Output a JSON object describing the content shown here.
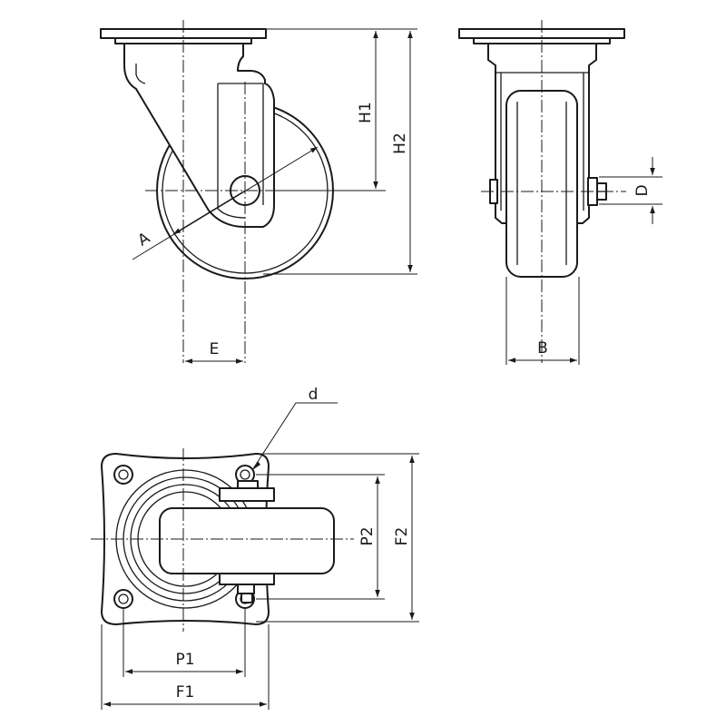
{
  "labels": {
    "a": "A",
    "b": "B",
    "d_upper": "D",
    "d_lower": "d",
    "e": "E",
    "f1": "F1",
    "f2": "F2",
    "h1": "H1",
    "h2": "H2",
    "p1": "P1",
    "p2": "P2"
  },
  "colors": {
    "line": "#1a1a1a",
    "background": "#ffffff"
  }
}
